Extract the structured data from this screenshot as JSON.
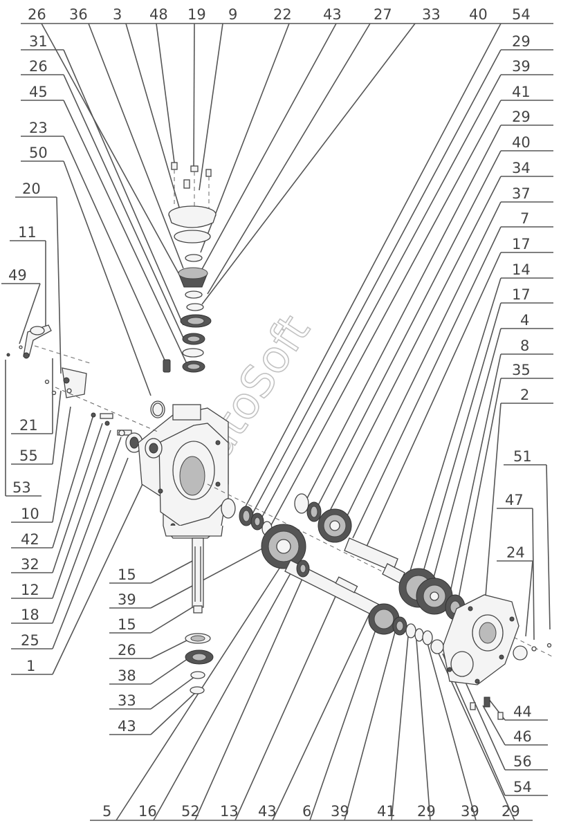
{
  "top_labels": [
    "26",
    "36",
    "3",
    "48",
    "19",
    "9",
    "22",
    "43",
    "27",
    "33",
    "40",
    "54"
  ],
  "upper_left_labels": [
    "31",
    "26",
    "45",
    "23",
    "50",
    "20",
    "11",
    "49"
  ],
  "right_labels": [
    "29",
    "39",
    "41",
    "29",
    "40",
    "34",
    "37",
    "7",
    "17",
    "14",
    "17",
    "4",
    "8",
    "35",
    "2",
    "51",
    "47",
    "24",
    "44",
    "46",
    "56",
    "54"
  ],
  "left_labels": [
    "21",
    "55",
    "53",
    "10",
    "42",
    "32",
    "12",
    "18",
    "25",
    "1"
  ],
  "shaft_labels": [
    "15",
    "39",
    "15",
    "26",
    "38",
    "33",
    "43"
  ],
  "bottom_labels": [
    "5",
    "16",
    "52",
    "13",
    "43",
    "6",
    "39",
    "41",
    "29",
    "39",
    "29"
  ],
  "watermark": "AutoSoft"
}
